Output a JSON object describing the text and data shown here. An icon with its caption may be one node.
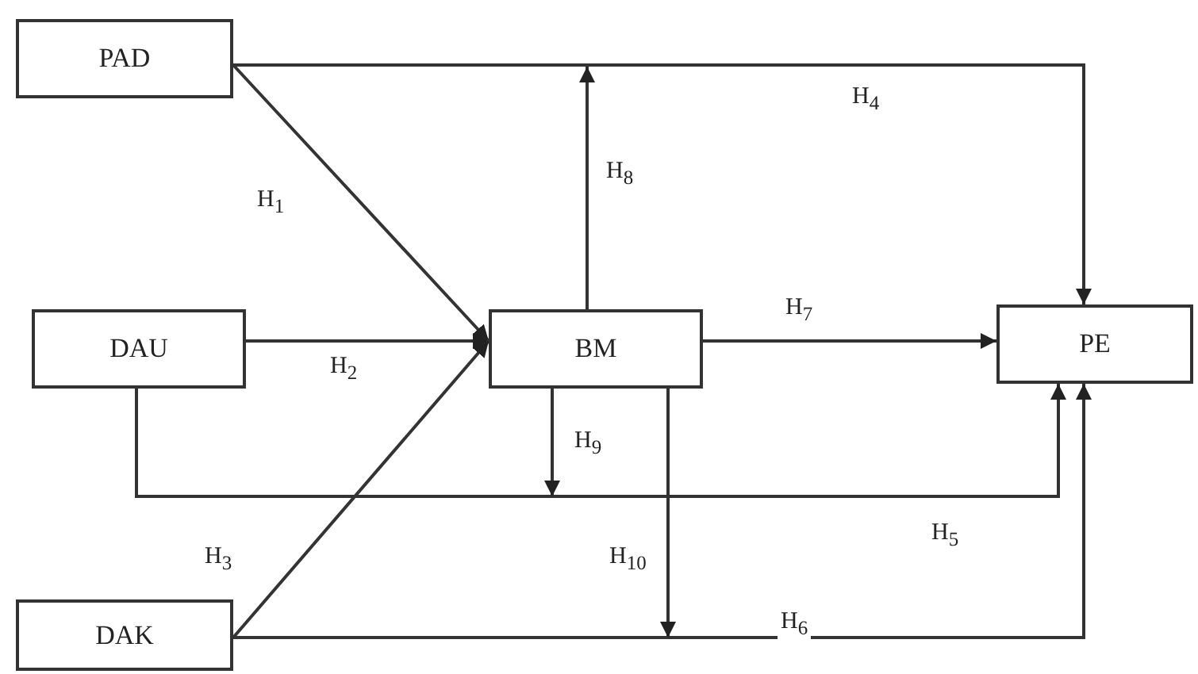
{
  "diagram": {
    "nodes": [
      {
        "text": [
          "PAD"
        ]
      },
      {
        "text": [
          "DAU"
        ]
      },
      {
        "text": [
          "DAK"
        ]
      },
      {
        "text": [
          "BM"
        ]
      },
      {
        "text": [
          "PE"
        ]
      }
    ],
    "edges": [
      {
        "from": 0,
        "to": 3,
        "arrow": "to",
        "label": "H$_{1}$"
      },
      {
        "from": 1,
        "to": 3,
        "arrow": "to",
        "label": "H$_{2}$"
      },
      {
        "from": 2,
        "to": 3,
        "arrow": "to",
        "label": "H$_{3}$"
      },
      {
        "from": 0,
        "to": 4,
        "arrow": "to",
        "label": "H$_{4}$"
      },
      {
        "from": 1,
        "to": 4,
        "arrow": "to",
        "label": "H$_{5}$"
      },
      {
        "from": 2,
        "to": 4,
        "arrow": "to",
        "label": "H$_{6}$"
      },
      {
        "from": 3,
        "to": 4,
        "arrow": "to",
        "label": "H$_{7}$"
      },
      {
        "from": 3,
        "to": null,
        "arrow": "to",
        "label": "H$_{8}$"
      },
      {
        "from": 3,
        "to": null,
        "arrow": "to",
        "label": "H$_{9}$"
      },
      {
        "from": 3,
        "to": null,
        "arrow": "to",
        "label": "H$_{10}$"
      }
    ]
  }
}
